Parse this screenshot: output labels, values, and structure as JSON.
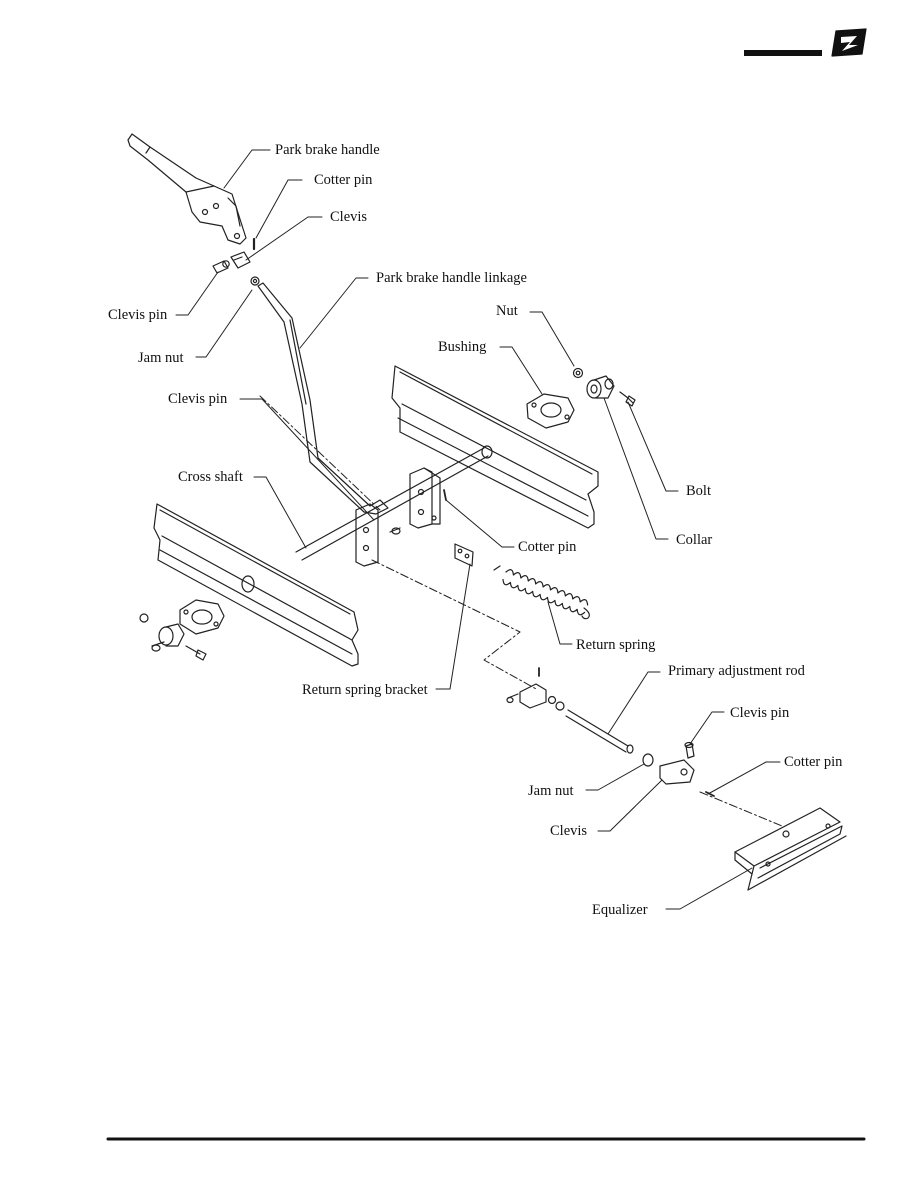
{
  "labels": {
    "park_brake_handle": "Park brake handle",
    "cotter_pin_top": "Cotter pin",
    "clevis_top": "Clevis",
    "park_brake_handle_linkage": "Park brake handle linkage",
    "clevis_pin_left": "Clevis pin",
    "nut": "Nut",
    "bushing": "Bushing",
    "jam_nut_top": "Jam nut",
    "clevis_pin_mid": "Clevis pin",
    "cross_shaft": "Cross shaft",
    "bolt": "Bolt",
    "cotter_pin_mid": "Cotter pin",
    "collar": "Collar",
    "return_spring": "Return spring",
    "primary_adjustment_rod": "Primary adjustment rod",
    "return_spring_bracket": "Return spring bracket",
    "clevis_pin_right": "Clevis pin",
    "cotter_pin_right": "Cotter pin",
    "jam_nut_bottom": "Jam nut",
    "clevis_bottom": "Clevis",
    "equalizer": "Equalizer"
  },
  "icons": {
    "brand_logo": "brand-logo-icon"
  }
}
